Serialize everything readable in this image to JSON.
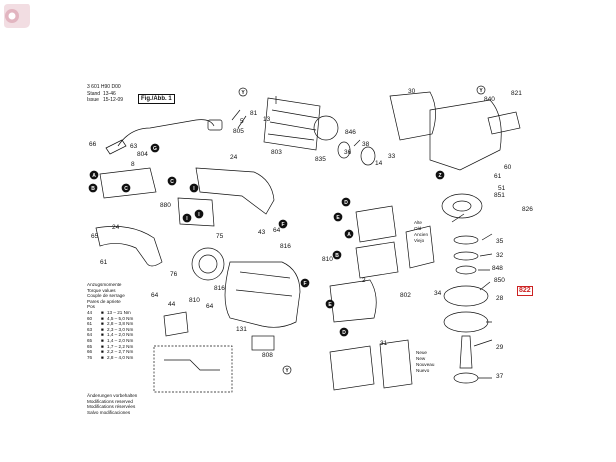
{
  "header": {
    "doc_number": "3 601 H90 D00",
    "stand_label": "Stand",
    "stand_value": "13-46",
    "issue_label": "Issue",
    "issue_value": "15-12-09",
    "figure_label": "Fig./Abb. 1"
  },
  "torque": {
    "titles": [
      "Anzugsmomente",
      "Torque values",
      "Couple de serrage",
      "Pares de apriete"
    ],
    "pos_header": "Pos",
    "rows": [
      {
        "pos": "44",
        "value": "13 – 21 Nm"
      },
      {
        "pos": "60",
        "value": "4,5 – 5,0 Nm"
      },
      {
        "pos": "61",
        "value": "2,8 – 3,8 Nm"
      },
      {
        "pos": "63",
        "value": "2,3 – 3,0 Nm"
      },
      {
        "pos": "64",
        "value": "1,4 – 2,0 Nm"
      },
      {
        "pos": "65",
        "value": "1,4 – 2,0 Nm"
      },
      {
        "pos": "65",
        "value": "1,7 – 2,2 Nm"
      },
      {
        "pos": "66",
        "value": "2,2 – 2,7 Nm"
      },
      {
        "pos": "76",
        "value": "2,8 – 4,0 Nm"
      }
    ]
  },
  "notes": [
    "Änderungen vorbehalten",
    "Modifications reserved",
    "Modifications réservées",
    "Salvo modificaciones"
  ],
  "condition_groups": {
    "old": [
      "Alte",
      "Old",
      "Ancien",
      "Viejo"
    ],
    "new": [
      "Neue",
      "New",
      "Nouveau",
      "Nuevo"
    ]
  },
  "highlight_box": {
    "label": "822",
    "color": "#cc2222"
  },
  "callouts": [
    {
      "id": "c5",
      "text": "5"
    },
    {
      "id": "c805",
      "text": "805"
    },
    {
      "id": "c81",
      "text": "81"
    },
    {
      "id": "c13",
      "text": "13"
    },
    {
      "id": "c803",
      "text": "803"
    },
    {
      "id": "c835",
      "text": "835"
    },
    {
      "id": "c846",
      "text": "846"
    },
    {
      "id": "c36",
      "text": "36"
    },
    {
      "id": "c38",
      "text": "38"
    },
    {
      "id": "c14",
      "text": "14"
    },
    {
      "id": "c33",
      "text": "33"
    },
    {
      "id": "c30",
      "text": "30"
    },
    {
      "id": "c840",
      "text": "840"
    },
    {
      "id": "c821",
      "text": "821"
    },
    {
      "id": "c51",
      "text": "51"
    },
    {
      "id": "c60",
      "text": "60"
    },
    {
      "id": "c61",
      "text": "61"
    },
    {
      "id": "c851",
      "text": "851"
    },
    {
      "id": "c826",
      "text": "826"
    },
    {
      "id": "c66",
      "text": "66"
    },
    {
      "id": "c804",
      "text": "804"
    },
    {
      "id": "c63",
      "text": "63"
    },
    {
      "id": "c8",
      "text": "8"
    },
    {
      "id": "c880",
      "text": "880"
    },
    {
      "id": "c24a",
      "text": "24"
    },
    {
      "id": "c24b",
      "text": "24"
    },
    {
      "id": "c65",
      "text": "65"
    },
    {
      "id": "c61b",
      "text": "61"
    },
    {
      "id": "c76",
      "text": "76"
    },
    {
      "id": "c75",
      "text": "75"
    },
    {
      "id": "c43",
      "text": "43"
    },
    {
      "id": "c64a",
      "text": "64"
    },
    {
      "id": "c816a",
      "text": "816"
    },
    {
      "id": "c810a",
      "text": "810"
    },
    {
      "id": "c2",
      "text": "2"
    },
    {
      "id": "c64b",
      "text": "64"
    },
    {
      "id": "c44",
      "text": "44"
    },
    {
      "id": "c810b",
      "text": "810"
    },
    {
      "id": "c816b",
      "text": "816"
    },
    {
      "id": "c64c",
      "text": "64"
    },
    {
      "id": "c131",
      "text": "131"
    },
    {
      "id": "c808",
      "text": "808"
    },
    {
      "id": "c802",
      "text": "802"
    },
    {
      "id": "c35",
      "text": "35"
    },
    {
      "id": "c32",
      "text": "32"
    },
    {
      "id": "c848",
      "text": "848"
    },
    {
      "id": "c850",
      "text": "850"
    },
    {
      "id": "c34",
      "text": "34"
    },
    {
      "id": "c28",
      "text": "28"
    },
    {
      "id": "c29",
      "text": "29"
    },
    {
      "id": "c31",
      "text": "31"
    },
    {
      "id": "c37",
      "text": "37"
    }
  ],
  "letter_markers": [
    {
      "id": "mY1",
      "text": "Y"
    },
    {
      "id": "mY2",
      "text": "Y"
    },
    {
      "id": "mG",
      "text": "G"
    },
    {
      "id": "mZ",
      "text": "Z"
    },
    {
      "id": "mA1",
      "text": "A"
    },
    {
      "id": "mB1",
      "text": "B"
    },
    {
      "id": "mC1",
      "text": "C"
    },
    {
      "id": "mC2",
      "text": "C"
    },
    {
      "id": "mI1",
      "text": "I"
    },
    {
      "id": "mI2",
      "text": "I"
    },
    {
      "id": "mI3",
      "text": "I"
    },
    {
      "id": "mF1",
      "text": "F"
    },
    {
      "id": "mD1",
      "text": "D"
    },
    {
      "id": "mE1",
      "text": "E"
    },
    {
      "id": "mA2",
      "text": "A"
    },
    {
      "id": "mB2",
      "text": "B"
    },
    {
      "id": "mF2",
      "text": "F"
    },
    {
      "id": "mE2",
      "text": "E"
    },
    {
      "id": "mD2",
      "text": "D"
    },
    {
      "id": "mY3",
      "text": "Y"
    }
  ]
}
